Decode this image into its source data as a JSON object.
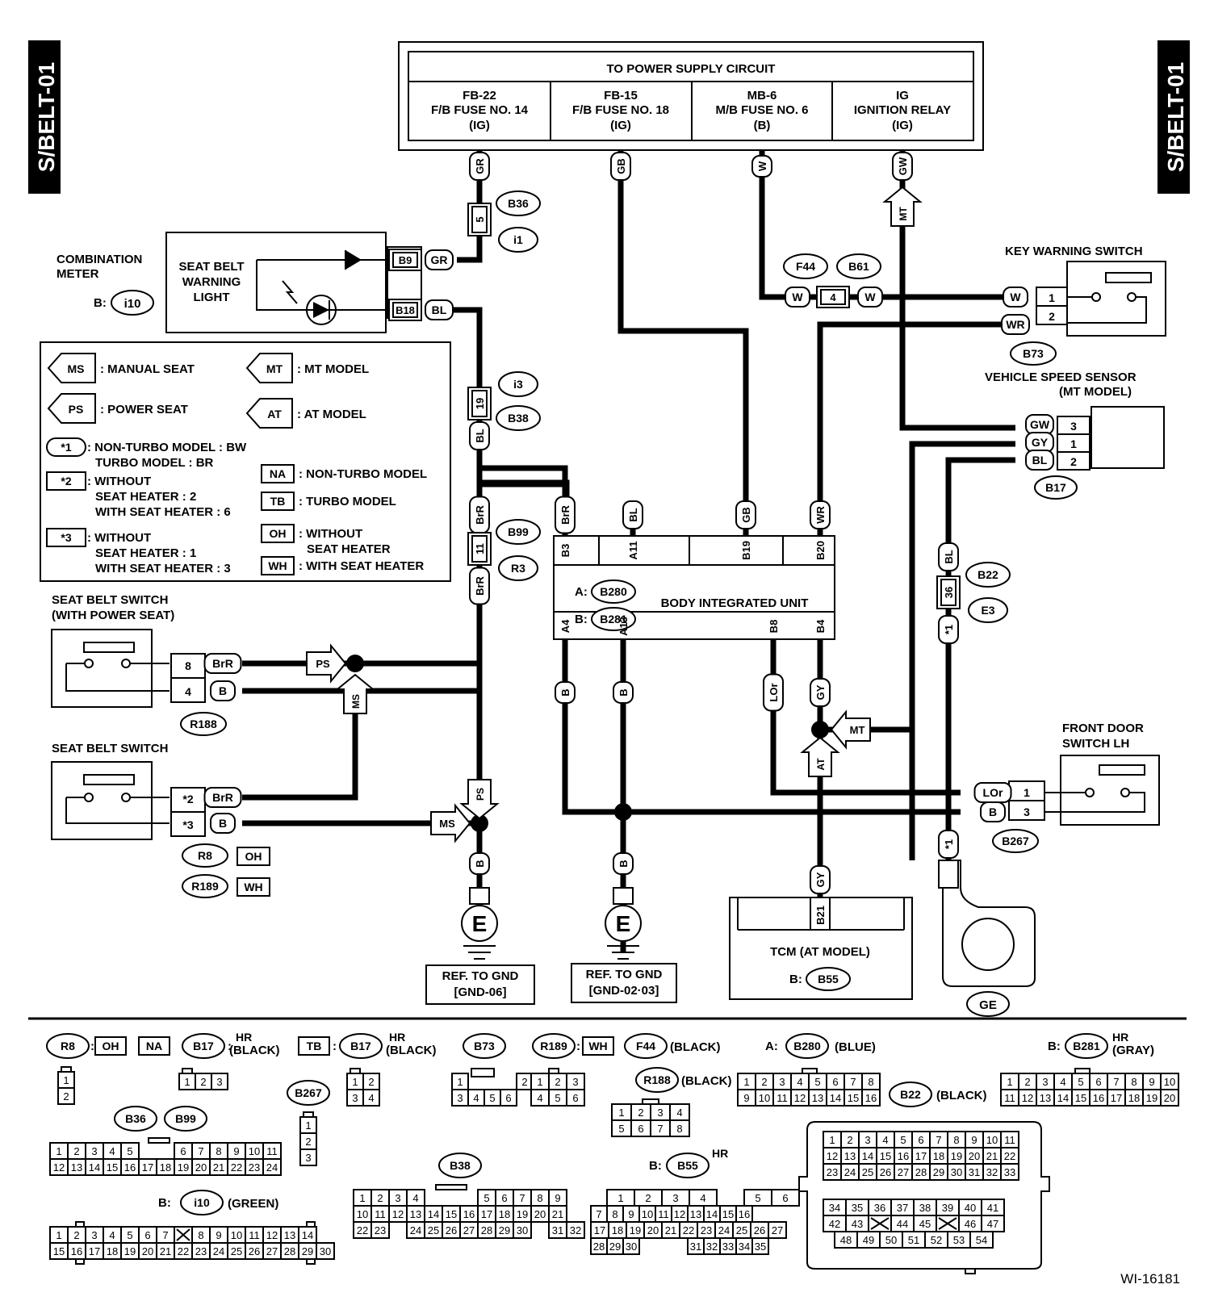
{
  "side_tab": "S/BELT-01",
  "figure_id": "WI-16181",
  "power_supply": {
    "title": "TO POWER SUPPLY CIRCUIT",
    "cols": [
      [
        "FB-22",
        "F/B FUSE NO. 14",
        "(IG)"
      ],
      [
        "FB-15",
        "F/B FUSE NO. 18",
        "(IG)"
      ],
      [
        "MB-6",
        "M/B FUSE NO. 6",
        "(B)"
      ],
      [
        "IG",
        "IGNITION RELAY",
        "(IG)"
      ]
    ]
  },
  "comb_meter": {
    "title": [
      "COMBINATION",
      "METER"
    ],
    "prefix": "B:",
    "conn": "i10",
    "light": [
      "SEAT BELT",
      "WARNING",
      "LIGHT"
    ]
  },
  "legend": {
    "ms": "MS",
    "ms_text": ": MANUAL SEAT",
    "ps": "PS",
    "ps_text": ": POWER SEAT",
    "mt": "MT",
    "mt_text": ": MT MODEL",
    "at": "AT",
    "at_text": ": AT MODEL",
    "n1": "*1",
    "n1_lines": [
      ": NON-TURBO MODEL : BW",
      "TURBO MODEL : BR"
    ],
    "n2": "*2",
    "n2_lines": [
      ": WITHOUT",
      "SEAT HEATER : 2",
      "WITH SEAT HEATER : 6"
    ],
    "n3": "*3",
    "n3_lines": [
      ": WITHOUT",
      "SEAT HEATER : 1",
      "WITH SEAT HEATER : 3"
    ],
    "na": "NA",
    "na_text": ": NON-TURBO MODEL",
    "tb": "TB",
    "tb_text": ": TURBO MODEL",
    "oh": "OH",
    "oh_lines": [
      ": WITHOUT",
      "SEAT HEATER"
    ],
    "wh": "WH",
    "wh_text": ": WITH SEAT HEATER"
  },
  "biu": {
    "title": "BODY INTEGRATED UNIT",
    "a": "A:",
    "b280": "B280",
    "b": "B:",
    "b281": "B281",
    "top_pins": [
      "B3",
      "A11",
      "B19",
      "B20"
    ],
    "bot_pins": [
      "A4",
      "A13",
      "B8",
      "B4"
    ]
  },
  "key_switch": {
    "title": "KEY WARNING SWITCH",
    "conn": "B73",
    "wires": [
      "W",
      "WR"
    ],
    "pins": [
      "1",
      "2"
    ]
  },
  "vss": {
    "title": [
      "VEHICLE SPEED SENSOR",
      "(MT MODEL)"
    ],
    "conn": "B17",
    "wires": [
      "GW",
      "GY",
      "BL"
    ],
    "pins": [
      "3",
      "1",
      "2"
    ]
  },
  "door_switch": {
    "title": [
      "FRONT DOOR",
      "SWITCH LH"
    ],
    "conn": "B267",
    "wires": [
      "LOr",
      "B"
    ],
    "pins": [
      "1",
      "3"
    ]
  },
  "sbs_power": {
    "title": [
      "SEAT BELT SWITCH",
      "(WITH POWER SEAT)"
    ],
    "conn": "R188",
    "pins": [
      "8",
      "4"
    ],
    "wires": [
      "BrR",
      "B"
    ]
  },
  "sbs": {
    "title": "SEAT BELT SWITCH",
    "pins": [
      "*2",
      "*3"
    ],
    "wires": [
      "BrR",
      "B"
    ],
    "conns": [
      "R8",
      "R189"
    ],
    "tags": [
      "OH",
      "WH"
    ]
  },
  "tcm": {
    "title": "TCM (AT MODEL)",
    "prefix": "B:",
    "conn": "B55",
    "pin": "B21",
    "wire": "GY"
  },
  "gnd": [
    {
      "title": "REF. TO GND",
      "ref": "[GND-06]"
    },
    {
      "title": "REF. TO GND",
      "ref": "[GND-02·03]"
    }
  ],
  "gnd_symbol": "E",
  "ge": "GE",
  "labels": {
    "GR": "GR",
    "GB": "GB",
    "W": "W",
    "GW": "GW",
    "BL": "BL",
    "BrR": "BrR",
    "B": "B",
    "LOr": "LOr",
    "GY": "GY",
    "MT": "MT",
    "AT": "AT",
    "MS": "MS",
    "PS": "PS",
    "star1": "*1",
    "B36": "B36",
    "i1": "i1",
    "i3": "i3",
    "B38": "B38",
    "B99": "B99",
    "R3": "R3",
    "F44": "F44",
    "B61": "B61",
    "B22": "B22",
    "E3": "E3",
    "p5": "5",
    "p19": "19",
    "p11": "11",
    "p4": "4",
    "p36": "36",
    "B9": "B9",
    "B18": "B18"
  },
  "connectors_bottom": {
    "R8": "R8",
    "OH": "OH",
    "NA": "NA",
    "B17": "B17",
    "TB": "TB",
    "HR": "HR",
    "BLACK": "(BLACK)",
    "B73": "B73",
    "R189": "R189",
    "WH": "WH",
    "F44": "F44",
    "A": "A:",
    "B280": "B280",
    "BLUE": "(BLUE)",
    "B": "B:",
    "B281": "B281",
    "GRAY": "(GRAY)",
    "R188": "R188",
    "B22": "B22",
    "B36": "B36",
    "B99": "B99",
    "B267": "B267",
    "B38": "B38",
    "B55": "B55",
    "i10": "i10",
    "GREEN": "(GREEN)"
  }
}
